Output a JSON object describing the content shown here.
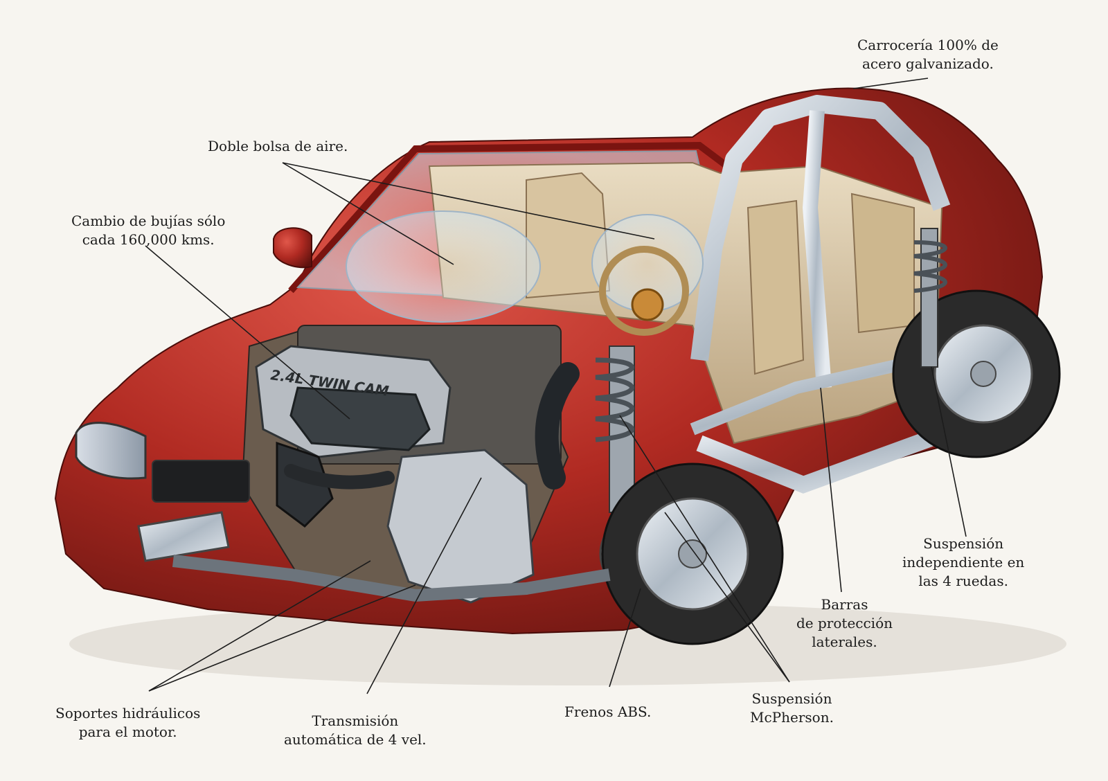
{
  "colors": {
    "background": "#f7f5f0",
    "body_red": "#b02a22",
    "body_red_dark": "#6e1410",
    "chrome": "#c9d2dc",
    "engine_dark": "#3a4044",
    "leader_line": "#1c1c1c"
  },
  "callouts": [
    {
      "id": "body",
      "lines": [
        "Carrocería 100% de",
        "acero galvanizado."
      ]
    },
    {
      "id": "airbag",
      "lines": [
        "Doble bolsa de aire."
      ]
    },
    {
      "id": "plugs",
      "lines": [
        "Cambio de bujías sólo",
        "cada 160,000 kms."
      ]
    },
    {
      "id": "rear-susp",
      "lines": [
        "Suspensión",
        "independiente en",
        "las 4 ruedas."
      ]
    },
    {
      "id": "bars",
      "lines": [
        "Barras",
        "de protección",
        "laterales."
      ]
    },
    {
      "id": "mcpherson",
      "lines": [
        "Suspensión",
        "McPherson."
      ]
    },
    {
      "id": "abs",
      "lines": [
        "Frenos ABS."
      ]
    },
    {
      "id": "transmission",
      "lines": [
        "Transmisión",
        "automática de 4 vel."
      ]
    },
    {
      "id": "mounts",
      "lines": [
        "Soportes hidráulicos",
        "para el motor."
      ]
    }
  ],
  "engine_cover_text": "2.4L TWIN CAM"
}
